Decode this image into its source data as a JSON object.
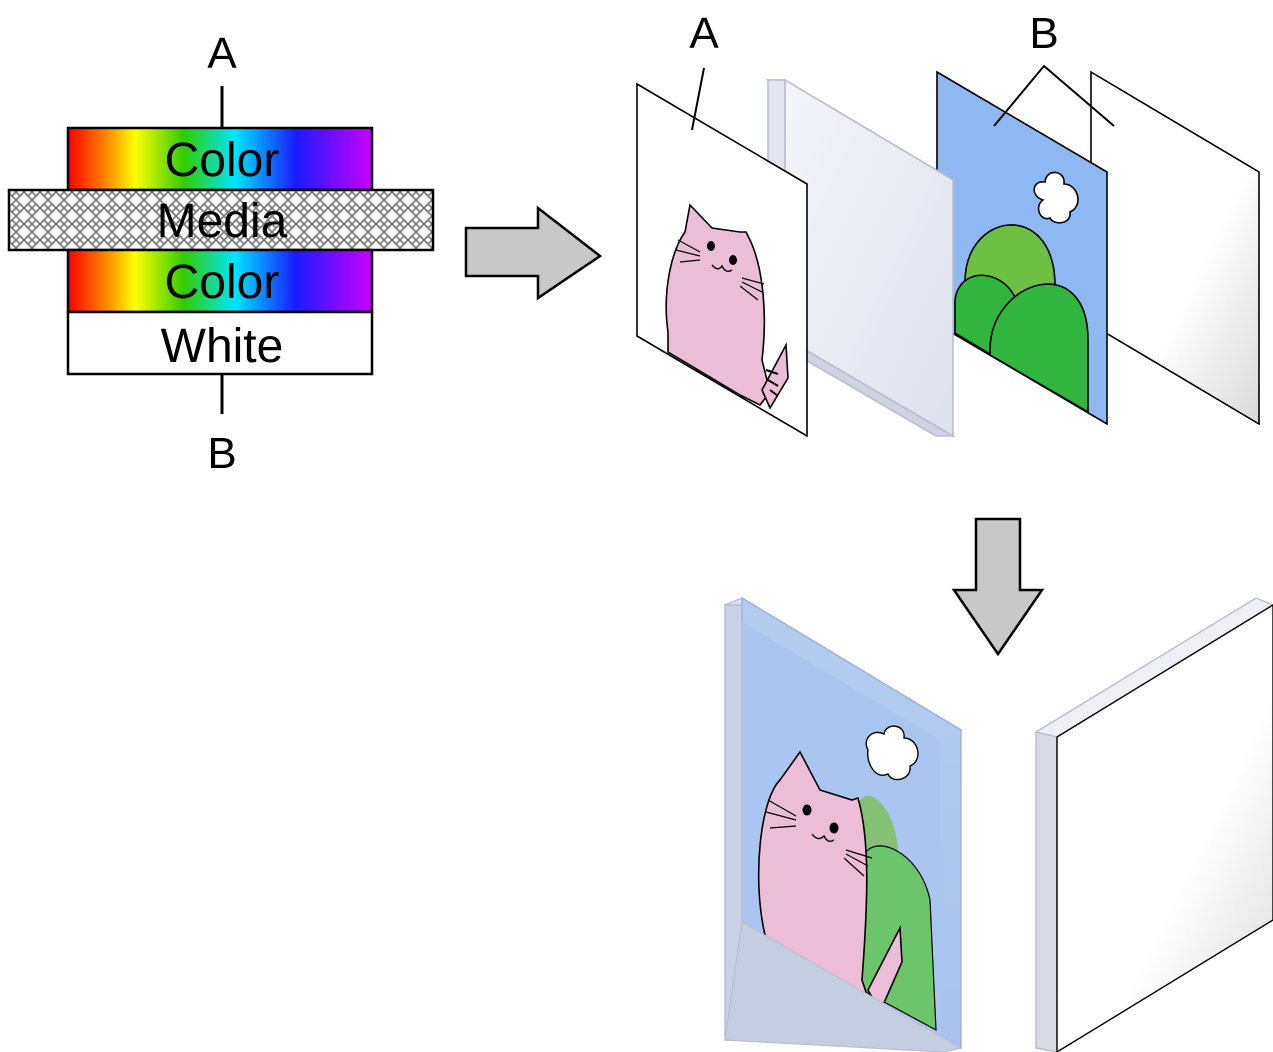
{
  "stack": {
    "top_label": "A",
    "bottom_label": "B",
    "layers": [
      {
        "label": "Color",
        "fill": "spectrum"
      },
      {
        "label": "Media",
        "fill": "pattern"
      },
      {
        "label": "Color",
        "fill": "spectrum"
      },
      {
        "label": "White",
        "fill": "#ffffff"
      }
    ]
  },
  "exploded": {
    "label_a": "A",
    "label_b": "B"
  },
  "colors": {
    "arrow_fill": "#c8c8c8",
    "sky": "#8db8f2",
    "hill_light": "#6cc043",
    "hill_dark": "#30b53f",
    "cat": "#ecbdd6",
    "glass": "#e3e6ef",
    "glass_edge": "#b9bdd0"
  }
}
